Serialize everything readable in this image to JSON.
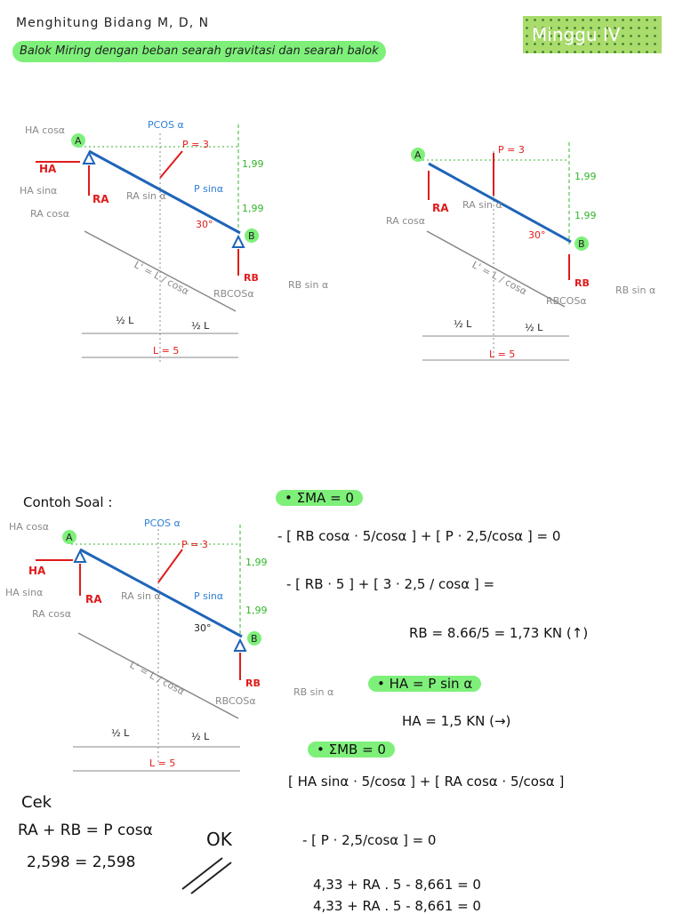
{
  "header": {
    "title": "Menghitung Bidang M, D, N",
    "subtitle": "Balok Miring dengan beban searah gravitasi dan searah balok",
    "week_badge": "Minggu IV"
  },
  "diagram_labels": {
    "A": "A",
    "B": "B",
    "ha_cos": "HA cosα",
    "ha": "HA",
    "ha_sin": "HA sinα",
    "ra": "RA",
    "ra_cos": "RA cosα",
    "ra_sin": "RA sin α",
    "pcos": "PCOS α",
    "p": "P = 3",
    "psin": "P sinα",
    "h1": "1,99",
    "h2": "1,99",
    "angle": "30°",
    "rb": "RB",
    "rb_cos": "RBCOSα",
    "rb_sin": "RB sin α",
    "lprime": "L' = L / cosα",
    "half1": "½ L",
    "half2": "½ L",
    "L": "L = 5"
  },
  "example": {
    "heading": "Contoh Soal :",
    "sum_ma": "• ΣMA = 0",
    "eq1": "- [ RB cosα · 5/cosα ] + [ P · 2,5/cosα ] = 0",
    "eq2": "- [ RB · 5 ] + [ 3 · 2,5 / cosα ] =",
    "eq3": "RB = 8.66/5 = 1,73 KN (↑)",
    "ha_eq": "• HA = P sin α",
    "ha_result": "HA = 1,5 KN (→)",
    "sum_mb": "• ΣMB = 0",
    "eq4": "[ HA sinα · 5/cosα ] + [ RA cosα · 5/cosα ]",
    "eq5": "- [ P · 2,5/cosα ] = 0",
    "eq6": "4,33 + RA . 5 - 8,661 = 0",
    "eq7": "4,33 + RA . 5 - 8,661 = 0"
  },
  "check": {
    "label": "Cek",
    "line1": "RA + RB = P cosα",
    "line2": "2,598 = 2,598",
    "ok": "OK"
  }
}
